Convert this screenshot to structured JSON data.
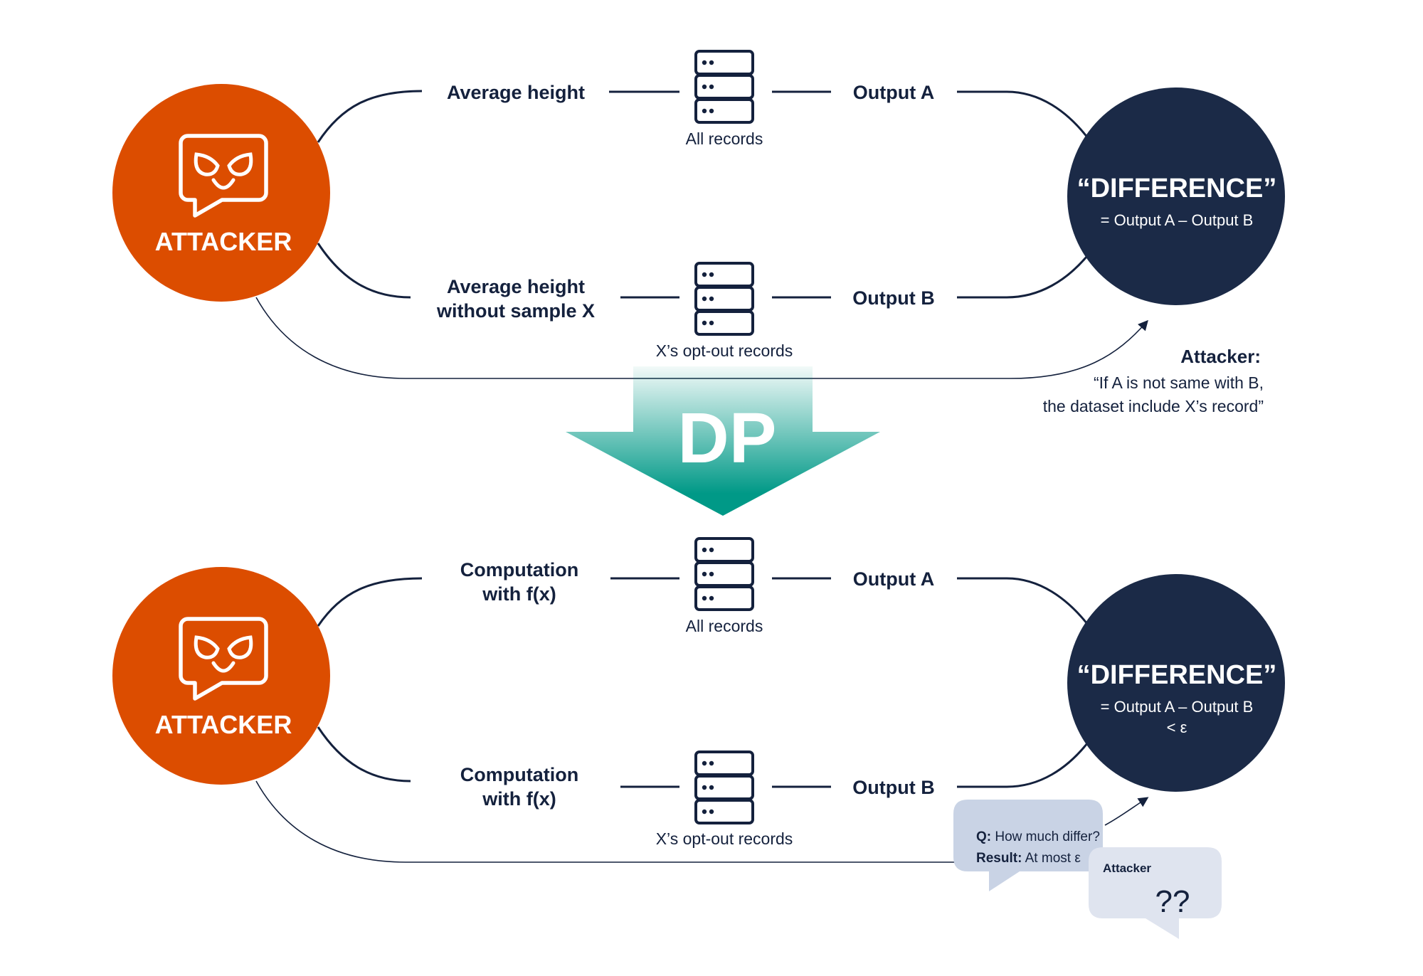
{
  "colors": {
    "attacker": "#dc4d00",
    "difference": "#1b2a47",
    "ink": "#14213d",
    "dp_arrow": "#009987",
    "bubble_query": "#c9d3e5",
    "bubble_attacker": "#dfe4ef"
  },
  "dp_label": "DP",
  "sections": [
    {
      "id": "without-dp",
      "attacker": {
        "label": "ATTACKER",
        "icon": "evil-face-chat-icon"
      },
      "top_branch": {
        "query": [
          "Average height"
        ],
        "db_label": "All records",
        "output": "Output A"
      },
      "bottom_branch": {
        "query": [
          "Average height",
          "without sample X"
        ],
        "db_label": "X’s opt-out records",
        "output": "Output B"
      },
      "difference": {
        "title": "“DIFFERENCE”",
        "lines": [
          "= Output A – Output B"
        ]
      },
      "note": {
        "title": "Attacker:",
        "lines": [
          "“If A is not same with B,",
          "the dataset include X’s record”"
        ]
      }
    },
    {
      "id": "with-dp",
      "attacker": {
        "label": "ATTACKER",
        "icon": "evil-face-chat-icon"
      },
      "top_branch": {
        "query": [
          "Computation",
          "with f(x)"
        ],
        "db_label": "All records",
        "output": "Output A"
      },
      "bottom_branch": {
        "query": [
          "Computation",
          "with f(x)"
        ],
        "db_label": "X’s opt-out records",
        "output": "Output B"
      },
      "difference": {
        "title": "“DIFFERENCE”",
        "lines": [
          "= Output A – Output B",
          "< ε"
        ]
      },
      "query_bubble": {
        "q_label": "Q:",
        "q_text": " How much differ?",
        "r_label": "Result:",
        "r_text": " At most ε"
      },
      "attacker_bubble": {
        "title": "Attacker",
        "text": "??"
      }
    }
  ]
}
